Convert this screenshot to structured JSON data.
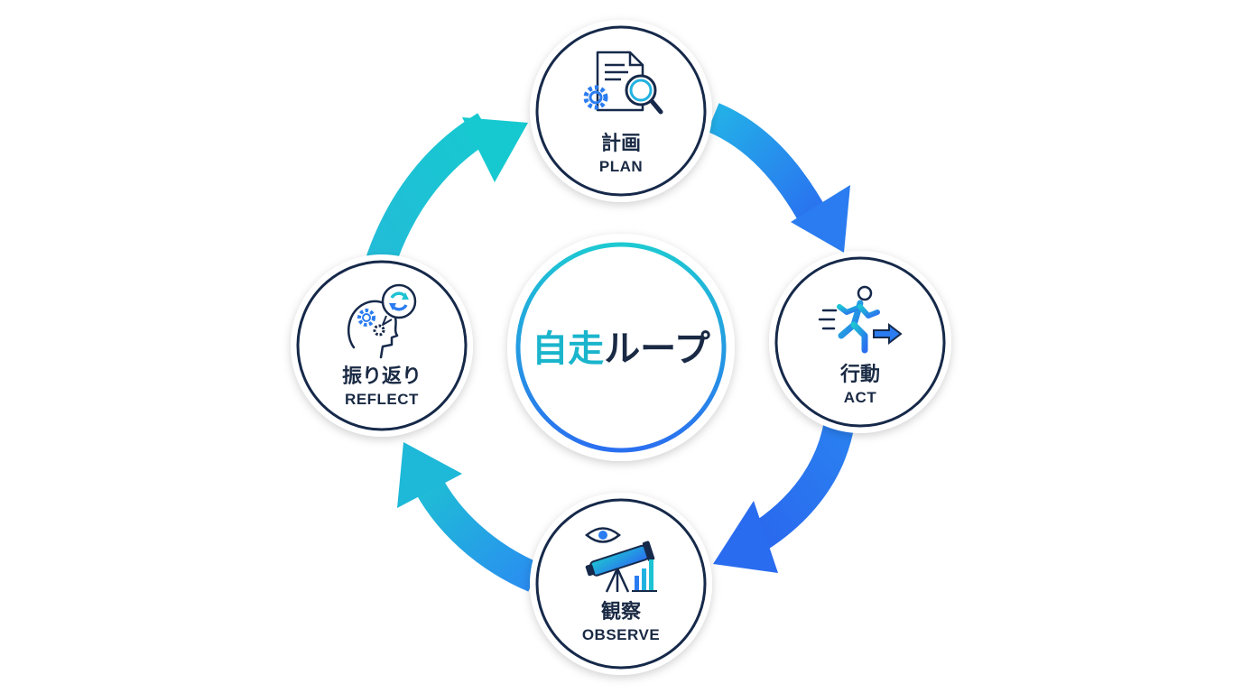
{
  "center": {
    "title_part1": "自走",
    "title_part2": "ループ"
  },
  "nodes": [
    {
      "id": "plan",
      "label_ja": "計画",
      "label_en": "PLAN",
      "icon": "document-search-gear-icon"
    },
    {
      "id": "act",
      "label_ja": "行動",
      "label_en": "ACT",
      "icon": "running-person-arrow-icon"
    },
    {
      "id": "observe",
      "label_ja": "観察",
      "label_en": "OBSERVE",
      "icon": "eye-telescope-chart-icon"
    },
    {
      "id": "reflect",
      "label_ja": "振り返り",
      "label_en": "REFLECT",
      "icon": "head-gears-refresh-icon"
    }
  ],
  "colors": {
    "text_dark": "#1a2a44",
    "ring_border": "#16294a",
    "teal": "#1ec3d3",
    "blue": "#2a7cf0",
    "center_text_teal": "#1ab5cc",
    "center_text_navy": "#1a2a44"
  }
}
